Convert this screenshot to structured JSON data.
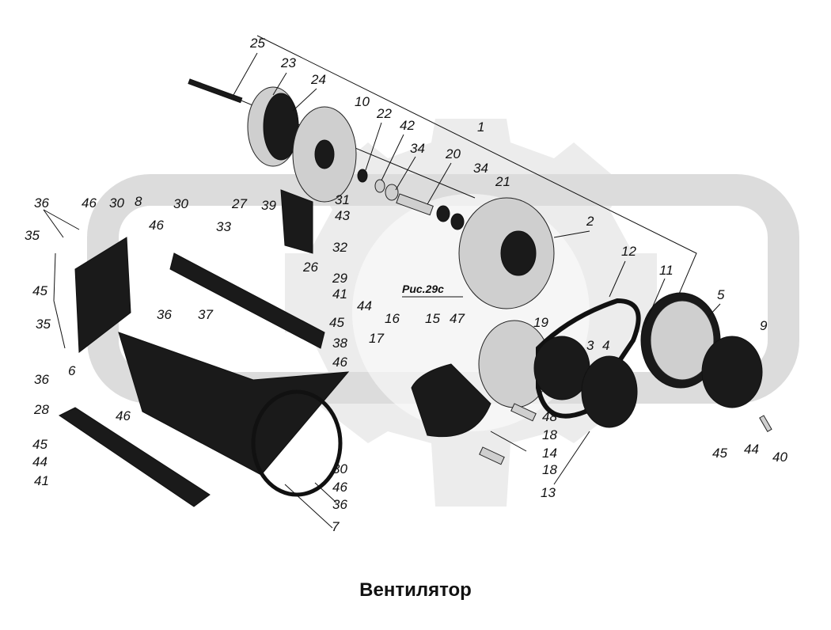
{
  "caption": "Вентилятор",
  "figure_ref": "Рис.29с",
  "colors": {
    "ink": "#111111",
    "watermark": "#dcdcdc",
    "background": "#ffffff"
  },
  "callouts": [
    "25",
    "23",
    "24",
    "10",
    "22",
    "42",
    "1",
    "34",
    "20",
    "34",
    "21",
    "36",
    "46",
    "30",
    "8",
    "30",
    "27",
    "39",
    "31",
    "43",
    "33",
    "35",
    "46",
    "2",
    "12",
    "11",
    "32",
    "26",
    "29",
    "45",
    "41",
    "44",
    "5",
    "36",
    "37",
    "45",
    "9",
    "35",
    "16",
    "15",
    "47",
    "19",
    "38",
    "17",
    "3",
    "4",
    "36",
    "6",
    "46",
    "46",
    "28",
    "48",
    "18",
    "45",
    "44",
    "14",
    "41",
    "30",
    "18",
    "45",
    "44",
    "40",
    "46",
    "13",
    "36",
    "7"
  ]
}
